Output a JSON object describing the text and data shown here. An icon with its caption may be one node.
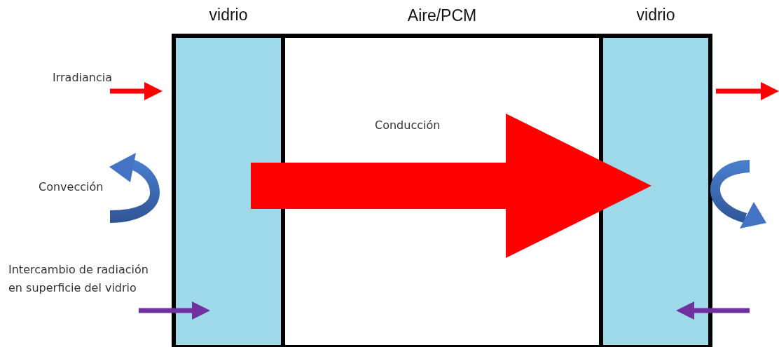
{
  "diagram": {
    "nodes": [
      {
        "text": [
          "vidrio"
        ]
      },
      {
        "text": [
          "vidrio"
        ]
      }
    ],
    "edges": [
      {
        "from": null,
        "to": 0,
        "arrow": "to",
        "color": "#ff0000"
      },
      {
        "from": 1,
        "to": null,
        "arrow": "to",
        "color": "#ff0000"
      },
      {
        "from": 0,
        "to": 1,
        "arrow": "to",
        "style": "thick",
        "color": "#ff0000"
      },
      {
        "from": null,
        "to": 0,
        "arrow": "to",
        "color": "#7030a0"
      },
      {
        "from": null,
        "to": 1,
        "arrow": "to",
        "color": "#7030a0"
      }
    ],
    "labels": [
      "Aire/PCM",
      "Irradiancia",
      "Conducción",
      "Convección",
      "Intercambio de radiación en superficie del vidrio"
    ]
  }
}
